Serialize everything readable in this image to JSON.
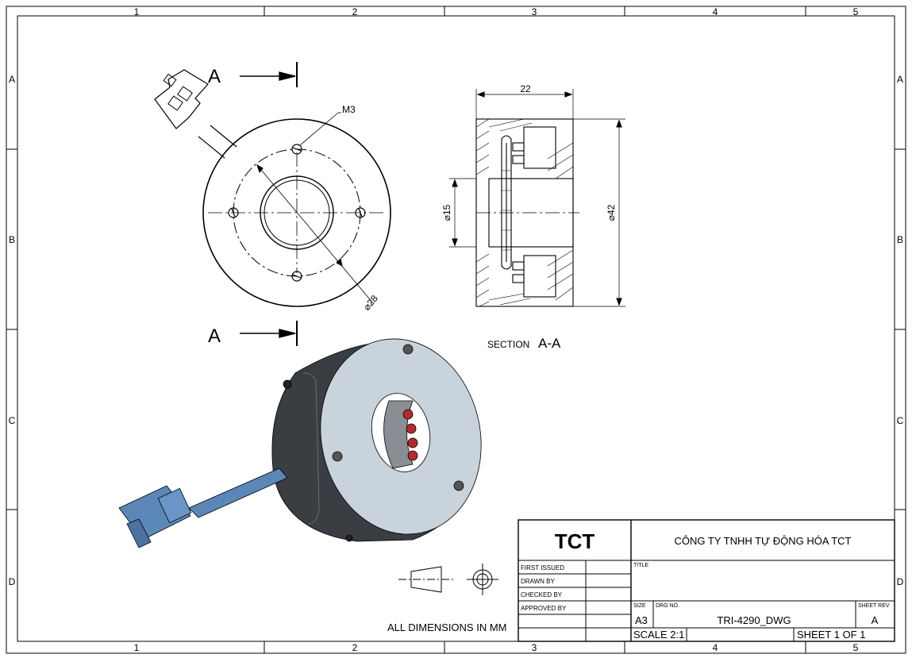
{
  "frame": {
    "columns": [
      "1",
      "2",
      "3",
      "4",
      "5"
    ],
    "rows": [
      "A",
      "B",
      "C",
      "D"
    ]
  },
  "views": {
    "section_marker": "A",
    "thread_label": "M3",
    "bolt_circle_dim": "⌀28",
    "width_dim": "22",
    "bore_dim": "⌀15",
    "outer_dim": "⌀42",
    "section_label_prefix": "SECTION",
    "section_label_name": "A-A"
  },
  "notes": {
    "units": "ALL DIMENSIONS IN MM"
  },
  "title_block": {
    "logo": "TCT",
    "company": "CÔNG TY TNHH TỰ ĐỘNG HÓA TCT",
    "first_issued": "FIRST ISSUED",
    "drawn_by": "DRAWN BY",
    "checked_by": "CHECKED BY",
    "approved_by": "APPROVED BY",
    "title_label": "TITLE",
    "size_label": "SIZE",
    "size": "A3",
    "drg_no_label": "DRG NO.",
    "drg_no": "TRI-4290_DWG",
    "sheet_rev_label": "SHEET REV",
    "sheet_rev": "A",
    "scale": "SCALE 2:1",
    "sheet": "SHEET 1 OF 1"
  },
  "colors": {
    "body_dark": "#3a3d42",
    "face": "#c9d3dc",
    "cable": "#5b86b8",
    "pin": "#b52a2a"
  }
}
